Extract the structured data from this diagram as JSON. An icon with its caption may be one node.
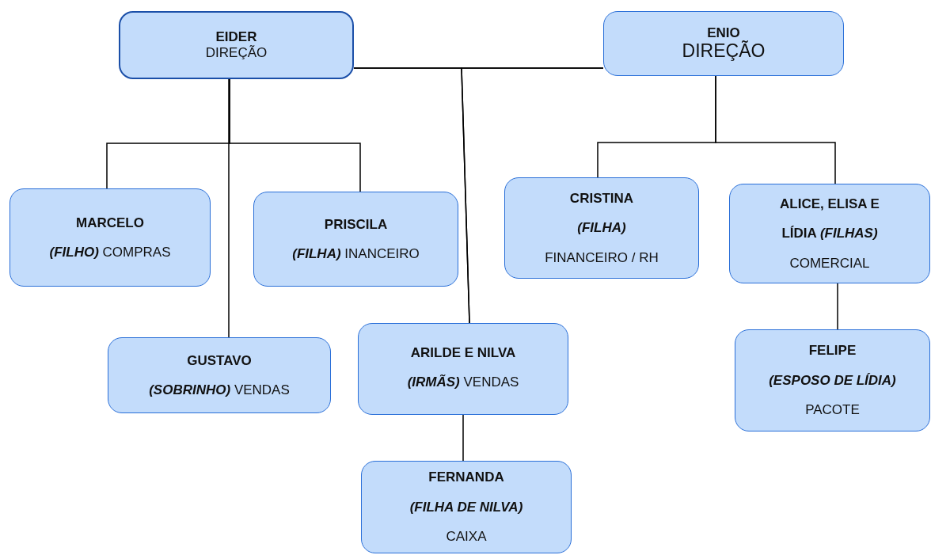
{
  "diagram": {
    "nodes": [
      {
        "text": [
          "EIDER",
          "DIREÇÃO"
        ]
      },
      {
        "text": [
          "ENIO",
          "DIREÇÃO"
        ]
      },
      {
        "text": [
          "MARCELO",
          "*(FILHO)* COMPRAS"
        ]
      },
      {
        "text": [
          "PRISCILA",
          "*(FILHA)* INANCEIRO"
        ]
      },
      {
        "text": [
          "GUSTAVO",
          "*(SOBRINHO)* VENDAS"
        ]
      },
      {
        "text": [
          "ARILDE E NILVA",
          "*(IRMÃS)* VENDAS"
        ]
      },
      {
        "text": [
          "FERNANDA",
          "*(FILHA DE NILVA)*",
          "CAIXA"
        ]
      },
      {
        "text": [
          "CRISTINA",
          "*(FILHA)*",
          "FINANCEIRO / RH"
        ]
      },
      {
        "text": [
          "ALICE, ELISA E LÍDIA *(FILHAS)*",
          "COMERCIAL"
        ]
      },
      {
        "text": [
          "FELIPE",
          "*(ESPOSO DE LÍDIA)*",
          "PACOTE"
        ]
      }
    ],
    "edges": [
      {
        "from": 0,
        "to": 1,
        "arrow": "none"
      },
      {
        "from": 0,
        "to": 2,
        "arrow": "none"
      },
      {
        "from": 0,
        "to": 3,
        "arrow": "none"
      },
      {
        "from": 0,
        "to": 4,
        "arrow": "none"
      },
      {
        "from": 0,
        "to": 5,
        "arrow": "none"
      },
      {
        "from": 1,
        "to": 5,
        "arrow": "none"
      },
      {
        "from": 5,
        "to": 6,
        "arrow": "none"
      },
      {
        "from": 1,
        "to": 7,
        "arrow": "none"
      },
      {
        "from": 1,
        "to": 8,
        "arrow": "none"
      },
      {
        "from": 8,
        "to": 9,
        "arrow": "none"
      }
    ]
  }
}
